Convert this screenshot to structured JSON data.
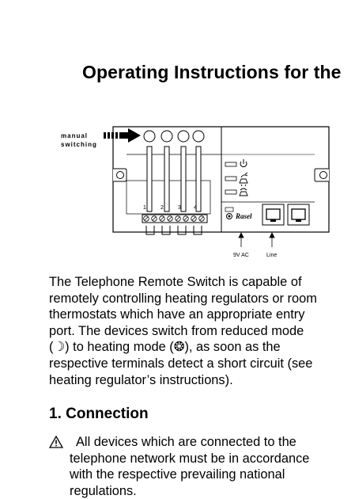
{
  "title": "Operating Instructions for the",
  "diagram": {
    "manual_label_line1": "manual",
    "manual_label_line2": "switching",
    "terminal_numbers": [
      "1",
      "2",
      "3",
      "4"
    ],
    "brand": "Rasel",
    "port_9v_label": "9V AC",
    "port_line_label": "Line"
  },
  "intro_lines": [
    "The Telephone Remote Switch is capable of",
    "remotely controlling heating regulators or room",
    "thermostats which have an appropriate entry",
    "port. The devices switch from reduced mode",
    "(☽) to heating mode (❂), as soon as the",
    "respective terminals detect a short circuit (see",
    "heating regulator’s instructions)."
  ],
  "section_heading": "1. Connection",
  "warning_lines": [
    "All devices which are connected to the",
    "telephone network must be in accordance",
    "with the respective prevailing national",
    "regulations."
  ],
  "icons": [
    "warning-triangle-icon",
    "power-icon",
    "phone-icon",
    "phone-ring-icon",
    "arrow-icon"
  ]
}
